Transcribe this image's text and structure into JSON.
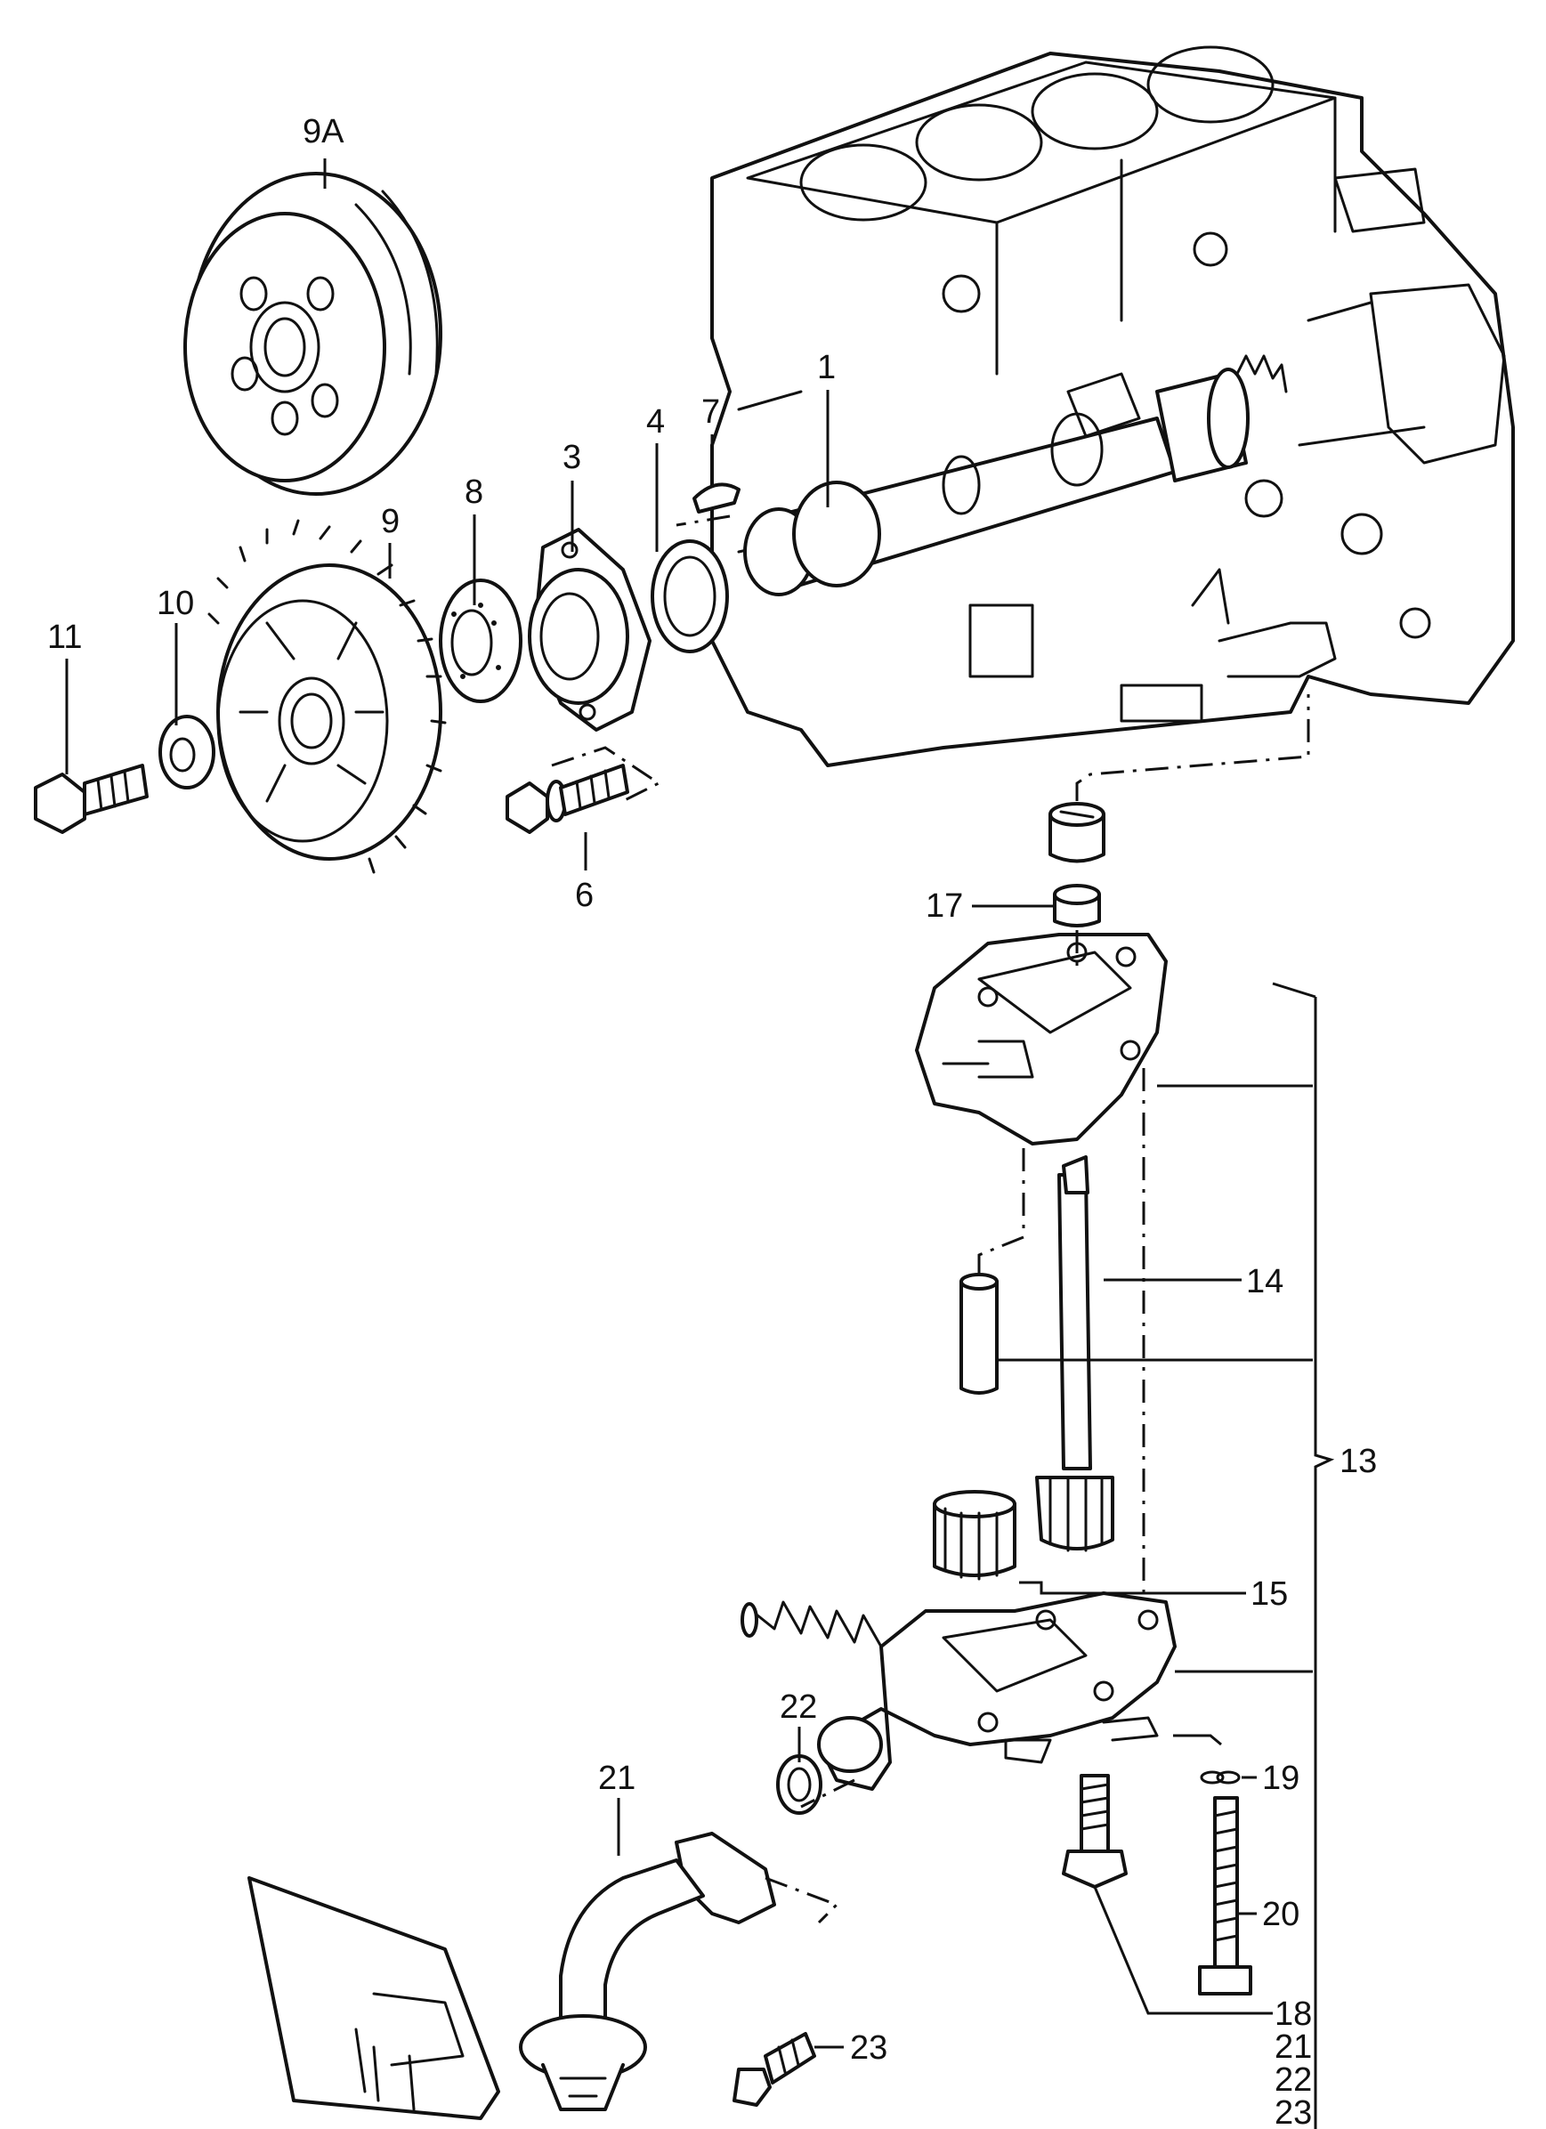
{
  "callouts": {
    "c9a": "9A",
    "c9": "9",
    "c8": "8",
    "c3": "3",
    "c4": "4",
    "c7": "7",
    "c1": "1",
    "c10": "10",
    "c11": "11",
    "c6": "6",
    "c17": "17",
    "c14": "14",
    "c13": "13",
    "c15": "15",
    "c22": "22",
    "c19": "19",
    "c21": "21",
    "c20": "20",
    "c23": "23",
    "c18": "18",
    "note_18_a": "21",
    "note_18_b": "22",
    "note_18_c": "23"
  }
}
